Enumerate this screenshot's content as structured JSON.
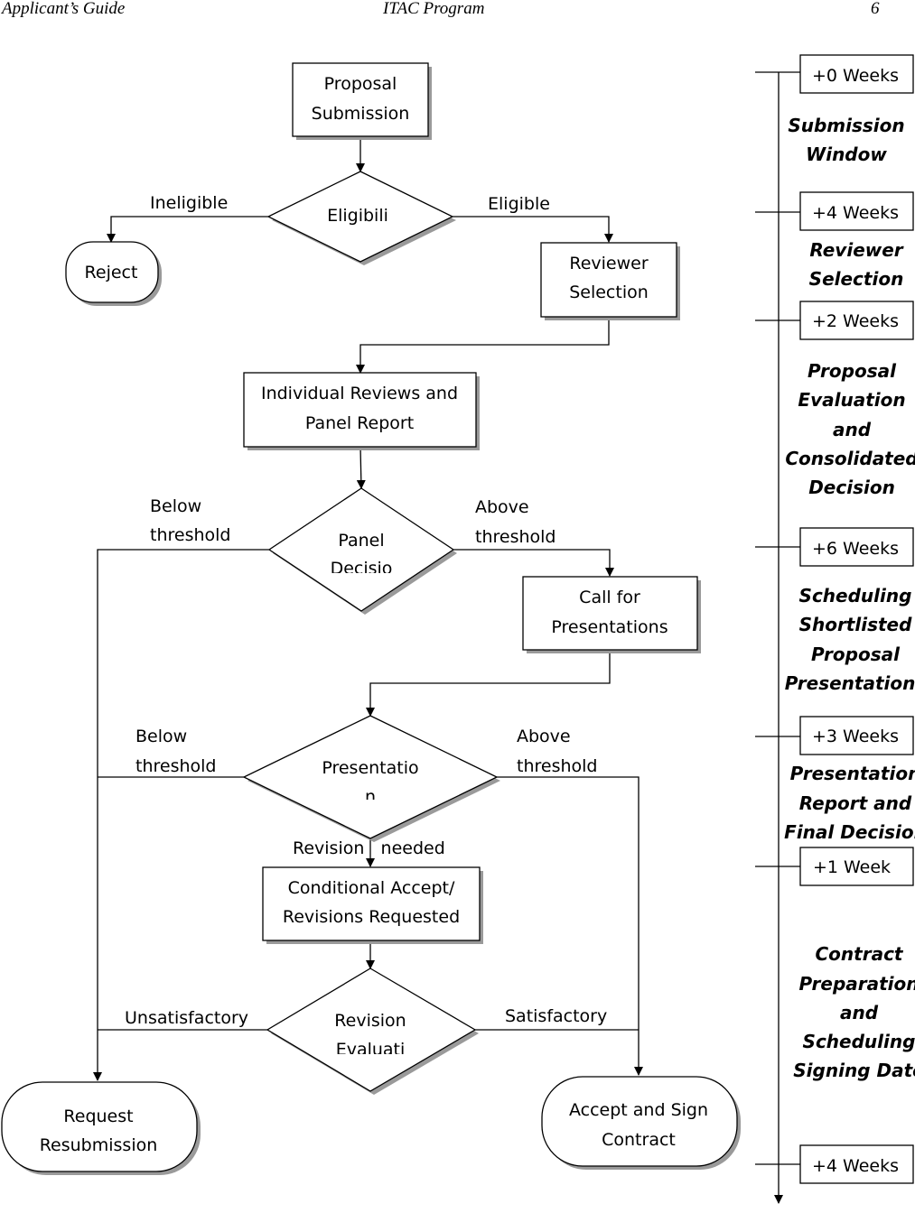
{
  "header": {
    "left": "Applicant’s Guide",
    "center": "ITAC Program",
    "page": "6"
  },
  "flow": {
    "proposal_submission": [
      "Proposal",
      "Submission"
    ],
    "eligibility": [
      "Eligibili"
    ],
    "reject": [
      "Reject"
    ],
    "reviewer_selection": [
      "Reviewer",
      "Selection"
    ],
    "individual_reviews": [
      "Individual Reviews and",
      "Panel Report"
    ],
    "panel_decision": [
      "Panel",
      "Decisio"
    ],
    "call_presentations": [
      "Call for",
      "Presentations"
    ],
    "presentation": [
      "Presentatio",
      "n"
    ],
    "conditional_accept": [
      "Conditional Accept/",
      "Revisions Requested"
    ],
    "revision_evaluation": [
      "Revision",
      "Evaluati"
    ],
    "request_resubmission": [
      "Request",
      "Resubmission"
    ],
    "accept_sign": [
      "Accept and Sign",
      "Contract"
    ]
  },
  "edges": {
    "ineligible": "Ineligible",
    "eligible": "Eligible",
    "panel_below": [
      "Below",
      "threshold"
    ],
    "panel_above": [
      "Above",
      "threshold"
    ],
    "pres_below": [
      "Below",
      "threshold"
    ],
    "pres_above": [
      "Above",
      "threshold"
    ],
    "revision_needed": "Revision   needed",
    "unsatisfactory": "Unsatisfactory",
    "satisfactory": "Satisfactory"
  },
  "timeline": {
    "markers": [
      "+0 Weeks",
      "+4 Weeks",
      "+2 Weeks",
      "+6 Weeks",
      "+3 Weeks",
      "+1 Week",
      "+4 Weeks"
    ],
    "phases": [
      [
        "Submission",
        "Window"
      ],
      [
        "Reviewer",
        "Selection"
      ],
      [
        "Proposal",
        "Evaluation",
        "and",
        "Consolidated",
        "Decision"
      ],
      [
        "Scheduling",
        "Shortlisted",
        "Proposal",
        "Presentations"
      ],
      [
        "Presentation",
        "Report and",
        "Final Decision"
      ],
      [
        "Contract",
        "Preparation",
        "and",
        "Scheduling",
        "Signing Date"
      ]
    ]
  }
}
